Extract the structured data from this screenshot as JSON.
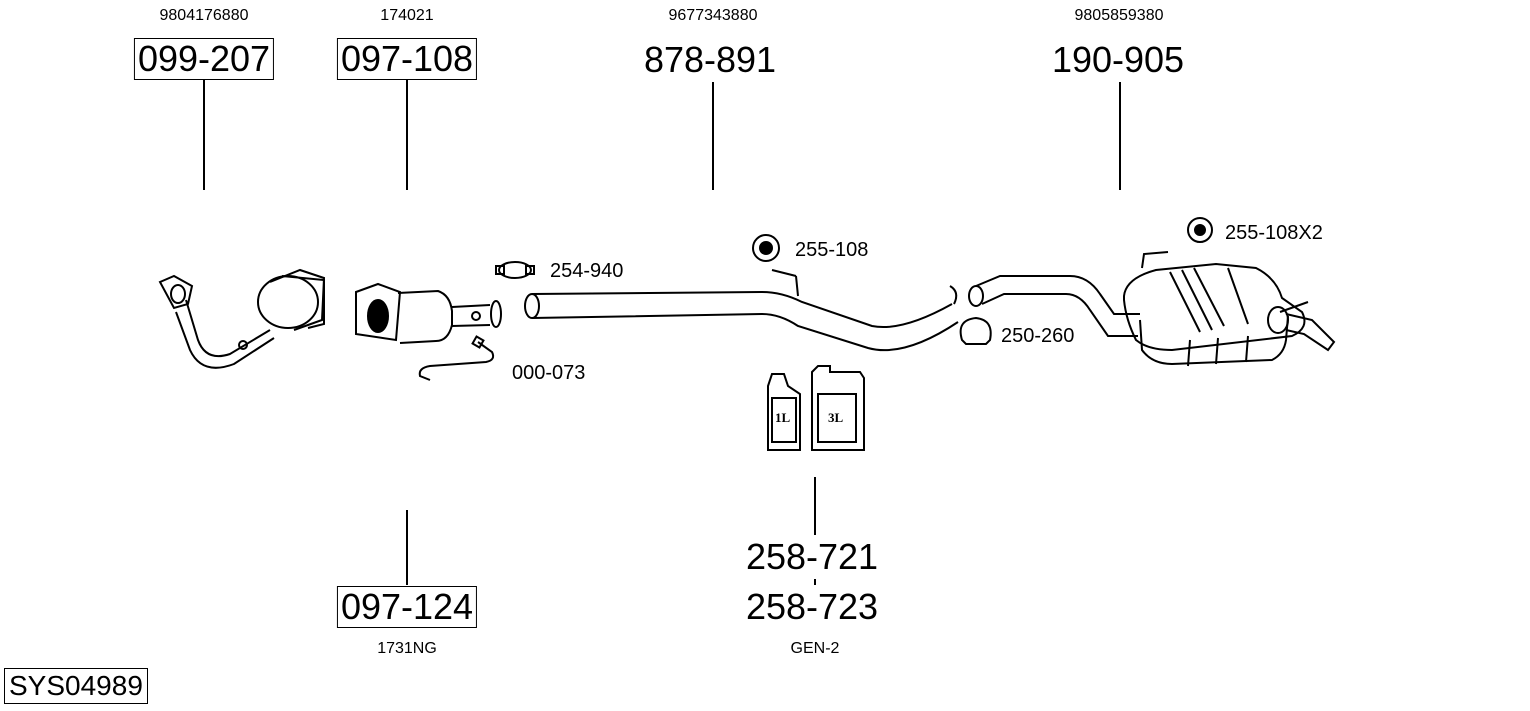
{
  "parts": [
    {
      "ref": "099-207",
      "oem": "9804176880",
      "boxed": true
    },
    {
      "ref": "097-108",
      "oem": "174021",
      "boxed": true
    },
    {
      "ref": "878-891",
      "oem": "9677343880",
      "boxed": false
    },
    {
      "ref": "190-905",
      "oem": "9805859380",
      "boxed": false
    },
    {
      "ref": "097-124",
      "oem": "1731NG",
      "boxed": true
    }
  ],
  "accessories": {
    "clamp_1": "254-940",
    "hanger_1": "255-108",
    "sensor": "000-073",
    "clamp_2": "250-260",
    "hanger_2": "255-108X2"
  },
  "fluids": {
    "ref_1": "258-721",
    "ref_2": "258-723",
    "note": "GEN-2",
    "bottle_1": "1L",
    "bottle_2": "3L"
  },
  "system_id": "SYS04989"
}
